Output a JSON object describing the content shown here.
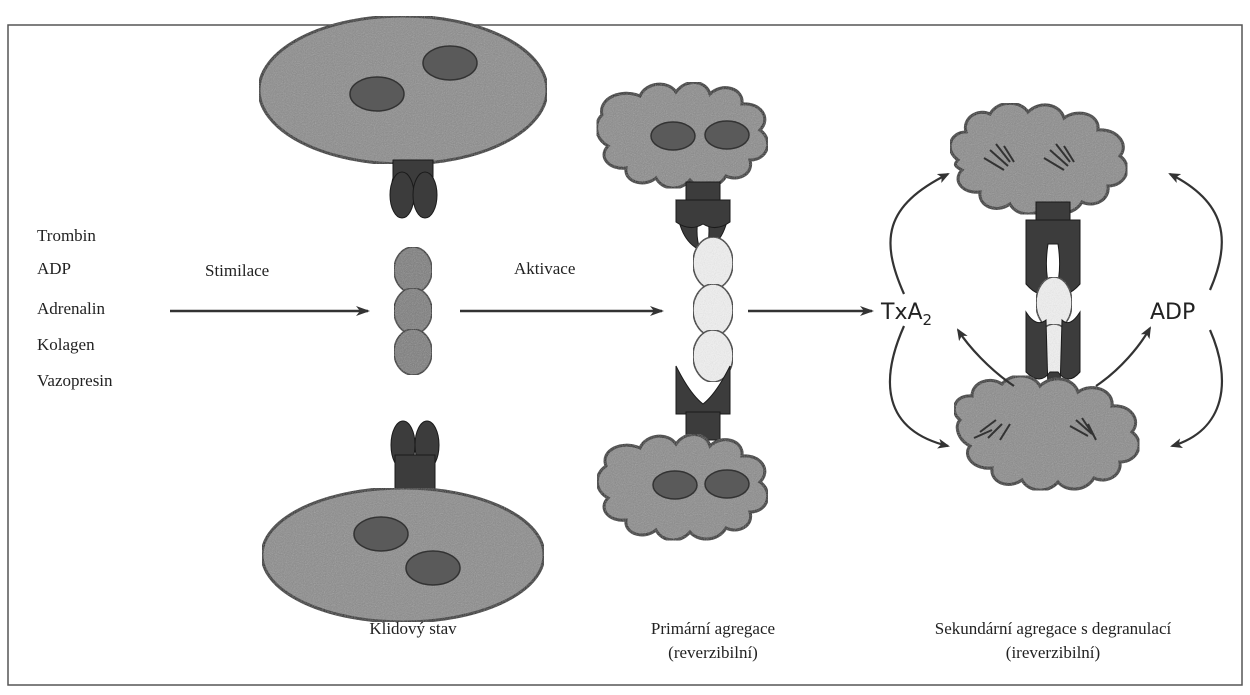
{
  "diagram": {
    "stimuli": [
      "Trombin",
      "ADP",
      "Adrenalin",
      "Kolagen",
      "Vazopresin"
    ],
    "arrow_labels": {
      "stimulation": "Stimilace",
      "activation": "Aktivace"
    },
    "mediators": {
      "txa2_main": "TxA",
      "txa2_sub": "2",
      "adp": "ADP"
    },
    "captions": {
      "resting": "Klidový stav",
      "primary_line1": "Primární agregace",
      "primary_line2": "(reverzibilní)",
      "secondary_line1": "Sekundární agregace s degranulací",
      "secondary_line2": "(ireverzibilní)"
    },
    "colors": {
      "platelet_fill": "#8a8a8a",
      "nucleus_fill": "#5a5a5a",
      "receptor_fill": "#3c3c3c",
      "fibrinogen_rest": "#7c7c7c",
      "fibrinogen_active": "#f2f2f2",
      "outline": "#1a1a1a"
    }
  }
}
